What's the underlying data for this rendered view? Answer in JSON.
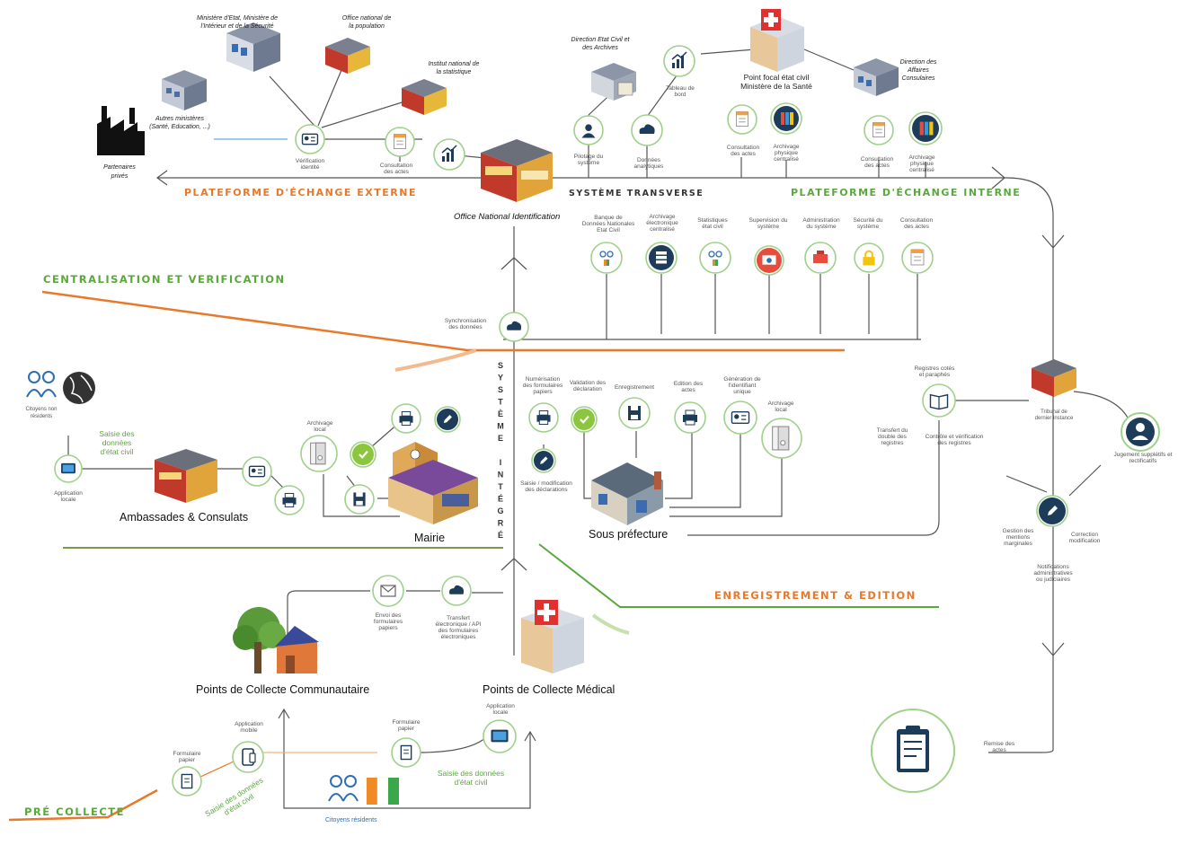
{
  "sections": {
    "external": "PLATEFORME D'ÉCHANGE EXTERNE",
    "transverse": "SYSTÈME TRANSVERSE",
    "internal": "PLATEFORME D'ÉCHANGE INTERNE",
    "centralisation": "CENTRALISATION ET VERIFICATION",
    "enregistrement": "ENREGISTREMENT & EDITION",
    "precollecte": "PRÉ COLLECTE",
    "integre": [
      "S",
      "Y",
      "S",
      "T",
      "È",
      "M",
      "E",
      "",
      "I",
      "N",
      "T",
      "É",
      "G",
      "R",
      "É"
    ]
  },
  "entities": {
    "ministere_etat": [
      "Ministère d'Etat, Ministère de",
      "l'Intérieur et de la Sécurité"
    ],
    "office_population": [
      "Office national de",
      "la population"
    ],
    "institut_stat": [
      "Institut national de",
      "la statistique"
    ],
    "autres_ministeres": [
      "Autres ministères",
      "(Santé, Education, ...)"
    ],
    "partenaires": [
      "Partenaires",
      "privés"
    ],
    "direction_etat_civil": [
      "Direction Etat Civil et",
      "des Archives"
    ],
    "point_focal": [
      "Point focal état civil",
      "Ministère de la Santé"
    ],
    "direction_affaires": [
      "Direction des",
      "Affaires",
      "Consulaires"
    ],
    "oni": "Office National Identification",
    "ambassades": "Ambassades & Consulats",
    "mairie": "Mairie",
    "sous_prefecture": "Sous préfecture",
    "tribunal": [
      "Tribunal de",
      "dernier instance"
    ],
    "collecte_communautaire": "Points de Collecte Communautaire",
    "collecte_medical": "Points de Collecte Médical",
    "citoyens_non_residents": [
      "Citoyens non",
      "résidents"
    ],
    "citoyens_residents": "Citoyens résidents"
  },
  "labels": {
    "verification_identite": [
      "Vérification",
      "identité"
    ],
    "consultation_actes_ext": [
      "Consultation",
      "des actes"
    ],
    "tableau_bord": [
      "Tableau de",
      "bord"
    ],
    "pilotage": [
      "Pilotage du",
      "système"
    ],
    "donnees_analytiques": [
      "Données",
      "analytiques"
    ],
    "consultation_actes_a": [
      "Consultation",
      "des actes"
    ],
    "archivage_physique_a": [
      "Archivage",
      "physique",
      "centralisé"
    ],
    "consultation_actes_b": [
      "Consultation",
      "des actes"
    ],
    "archivage_physique_b": [
      "Archivage",
      "physique",
      "centralisé"
    ],
    "banque": [
      "Banque de",
      "Données Nationales",
      "Etat Civil"
    ],
    "archivage_electronique": [
      "Archivage",
      "électronique",
      "centralisé"
    ],
    "statistiques": [
      "Statistiques",
      "état civil"
    ],
    "supervision": [
      "Supervision du",
      "système"
    ],
    "administration": [
      "Administration",
      "du système"
    ],
    "securite": [
      "Sécurité du",
      "système"
    ],
    "consultation_actes_c": [
      "Consultation",
      "des actes"
    ],
    "synchronisation": [
      "Synchronisation",
      "des données"
    ],
    "numerisation": [
      "Numérisation",
      "des formulaires",
      "papiers"
    ],
    "validation": [
      "Validation des",
      "déclaration"
    ],
    "enregistrement": [
      "Enregistrement"
    ],
    "edition": [
      "Edition des",
      "actes"
    ],
    "generation": [
      "Génération de",
      "l'identifiant",
      "unique"
    ],
    "archivage_local_sp": [
      "Archivage",
      "local"
    ],
    "saisie_modif": [
      "Saisie / modification",
      "des déclarations"
    ],
    "archivage_local_mairie": [
      "Archivage",
      "local"
    ],
    "registres": [
      "Registres cotés",
      "et paraphés"
    ],
    "transfert_double": [
      "Transfert du",
      "double des",
      "registres"
    ],
    "controle": [
      "Contrôle et vérification",
      "des registres"
    ],
    "jugement": [
      "Jugement supplétifs et",
      "rectificatifs"
    ],
    "gestion_mentions": [
      "Gestion des",
      "mentions",
      "marginales"
    ],
    "correction": [
      "Correction",
      "modification"
    ],
    "notifications": [
      "Notifications",
      "administratives",
      "ou judiciaires"
    ],
    "remise": [
      "Remise des",
      "actes"
    ],
    "application_locale_nr": [
      "Application",
      "locale"
    ],
    "saisie_nr": [
      "Saisie des",
      "données",
      "d'état civil"
    ],
    "envoi": [
      "Envoi des",
      "formulaires",
      "papiers"
    ],
    "transfert_electronique": [
      "Transfert",
      "électronique / API",
      "des formulaires",
      "électroniques"
    ],
    "formulaire_papier_a": [
      "Formulaire",
      "papier"
    ],
    "application_mobile": [
      "Application",
      "mobile"
    ],
    "formulaire_papier_b": [
      "Formulaire",
      "papier"
    ],
    "application_locale_b": [
      "Application",
      "locale"
    ],
    "saisie_residents": [
      "Saisie des données",
      "d'état civil"
    ],
    "saisie_mobile": [
      "Saisie des données",
      "d'état civil"
    ]
  },
  "colors": {
    "orange": "#e8782a",
    "green": "#5aa83c",
    "olive": "#7a9a4a",
    "ring": "#9fd18a",
    "line": "#555555",
    "blue": "#2e6fb0"
  }
}
